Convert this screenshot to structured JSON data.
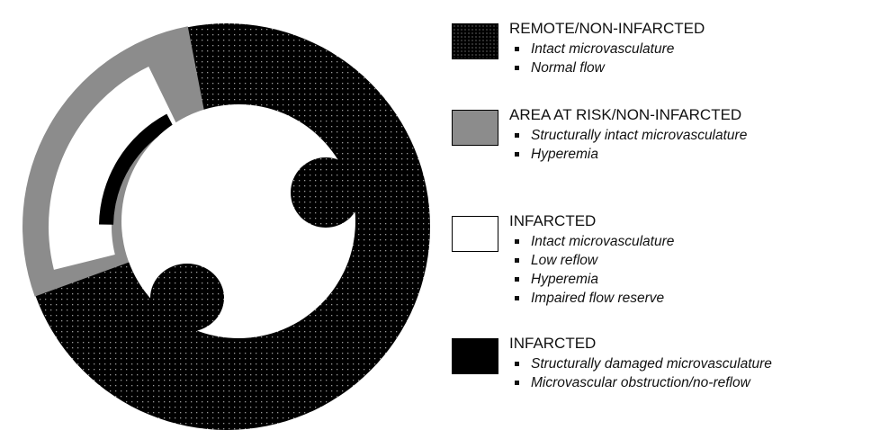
{
  "colors": {
    "remote": "#000000",
    "risk": "#8c8c8c",
    "infarct_reflow": "#ffffff",
    "no_reflow": "#000000"
  },
  "legend": [
    {
      "title": "REMOTE/NON-INFARCTED",
      "swatch": "dotted-black",
      "bullets": [
        "Intact microvasculature",
        "Normal flow"
      ]
    },
    {
      "title": "AREA AT RISK/NON-INFARCTED",
      "swatch": "gray",
      "bullets": [
        "Structurally intact microvasculature",
        "Hyperemia"
      ]
    },
    {
      "title": "INFARCTED",
      "swatch": "white",
      "bullets": [
        "Intact microvasculature",
        "Low reflow",
        "Hyperemia",
        "Impaired flow reserve"
      ]
    },
    {
      "title": "INFARCTED",
      "swatch": "black",
      "bullets": [
        "Structurally damaged microvasculature",
        "Microvascular obstruction/no-reflow"
      ]
    }
  ]
}
